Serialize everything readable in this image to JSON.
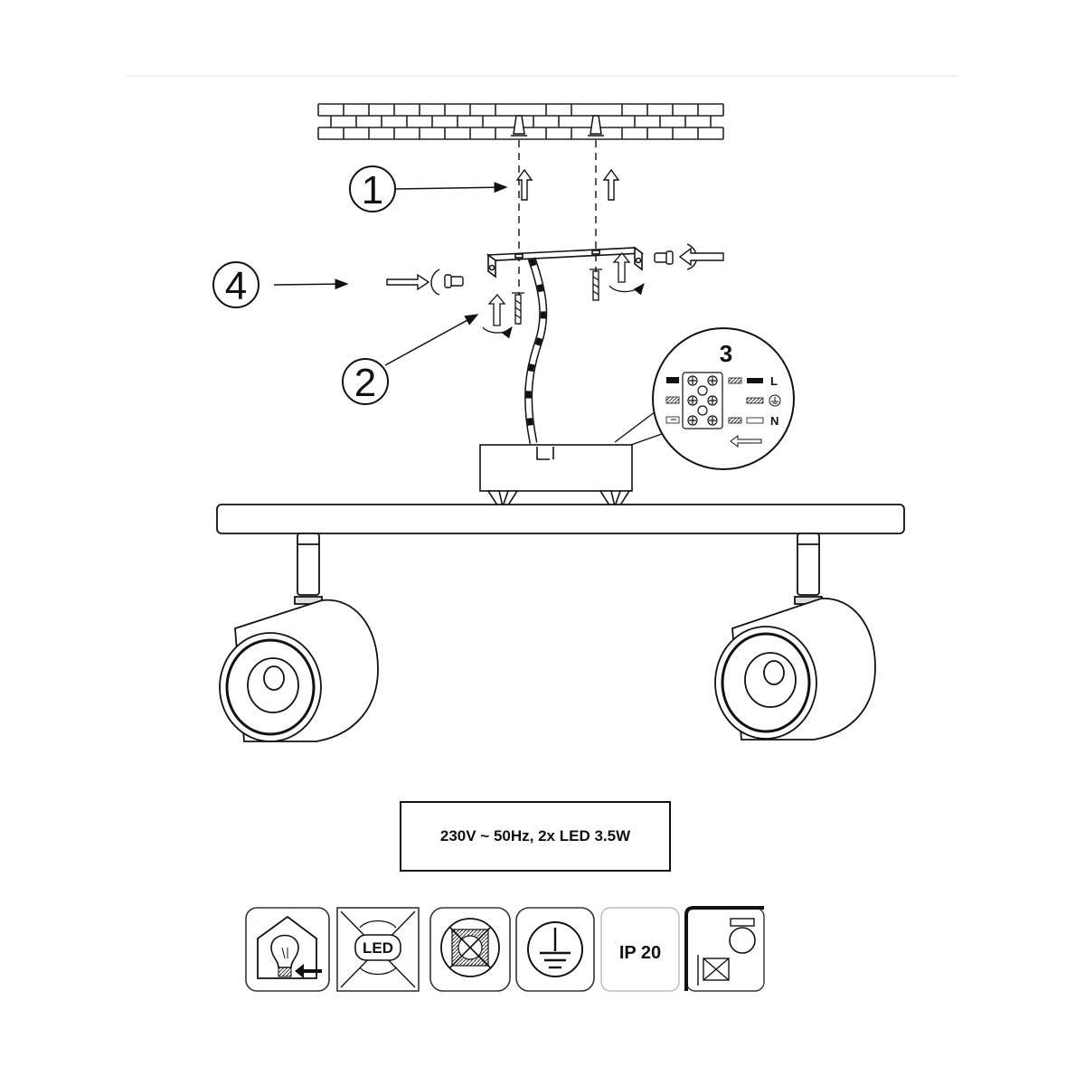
{
  "steps": {
    "s1": "1",
    "s2": "2",
    "s3": "3",
    "s4": "4"
  },
  "wiring": {
    "live": "L",
    "neutral": "N"
  },
  "spec": {
    "text": "230V ~ 50Hz, 2x LED 3.5W"
  },
  "symbols": [
    {
      "name": "replaceable-bulb-icon"
    },
    {
      "name": "led-non-replaceable-icon"
    },
    {
      "name": "no-cover-insulation-icon"
    },
    {
      "name": "protective-earth-icon"
    },
    {
      "name": "ip-rating-icon",
      "label": "IP 20"
    },
    {
      "name": "minimum-distance-icon"
    }
  ]
}
